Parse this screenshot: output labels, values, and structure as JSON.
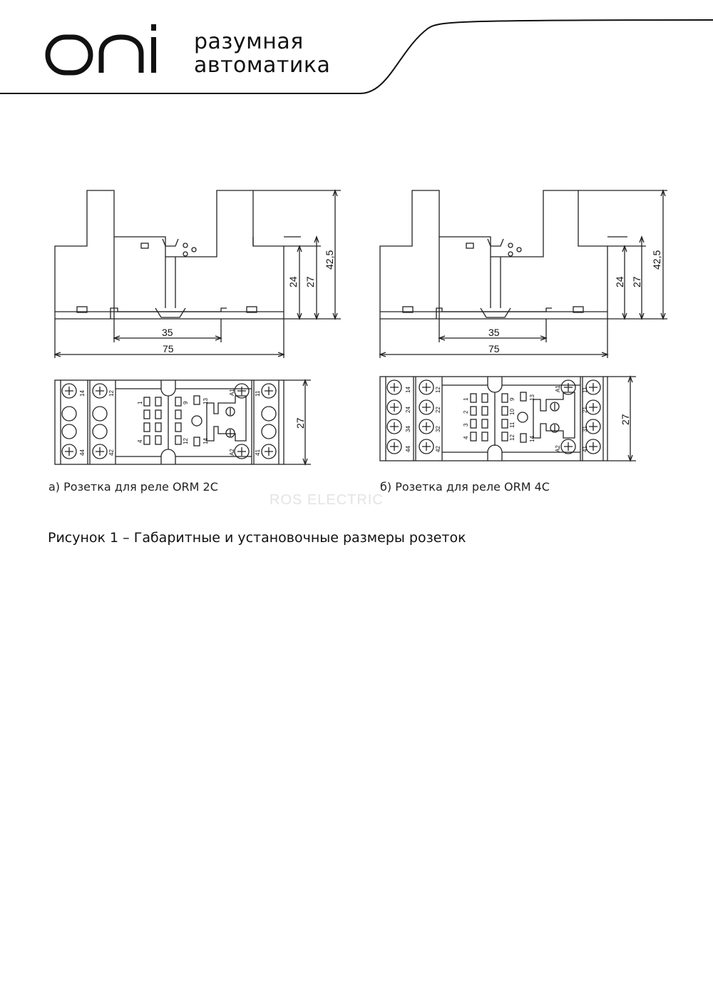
{
  "brand": {
    "logo_text": "oni",
    "tagline_line1": "разумная",
    "tagline_line2": "автоматика",
    "color": "#111111"
  },
  "figures": [
    {
      "caption": "а) Розетка для реле ORM 2C",
      "dimensions": {
        "height_24": "24",
        "height_27": "27",
        "height_42_5": "42,5",
        "width_35": "35",
        "width_75": "75",
        "depth_27": "27"
      },
      "terminals_left": [
        "14",
        "44"
      ],
      "terminals_left2": [
        "12",
        "42"
      ],
      "terminals_right": [
        "A1",
        "A2"
      ],
      "terminals_right2": [
        "11",
        "41"
      ],
      "pins": [
        "1",
        "4",
        "9",
        "12",
        "13",
        "14"
      ]
    },
    {
      "caption": "б) Розетка для реле ORM 4C",
      "dimensions": {
        "height_24": "24",
        "height_27": "27",
        "height_42_5": "42,5",
        "width_35": "35",
        "width_75": "75",
        "depth_27": "27"
      },
      "terminals_left": [
        "14",
        "24",
        "34",
        "44"
      ],
      "terminals_left2": [
        "12",
        "22",
        "32",
        "42"
      ],
      "terminals_right": [
        "A1",
        "A2"
      ],
      "terminals_right2": [
        "11",
        "21",
        "31",
        "41"
      ],
      "pins": [
        "1",
        "2",
        "3",
        "4",
        "9",
        "10",
        "11",
        "12",
        "13",
        "14"
      ]
    }
  ],
  "watermark": "ROS ELECTRIC",
  "figure_title": "Рисунок 1 – Габаритные и установочные размеры розеток"
}
